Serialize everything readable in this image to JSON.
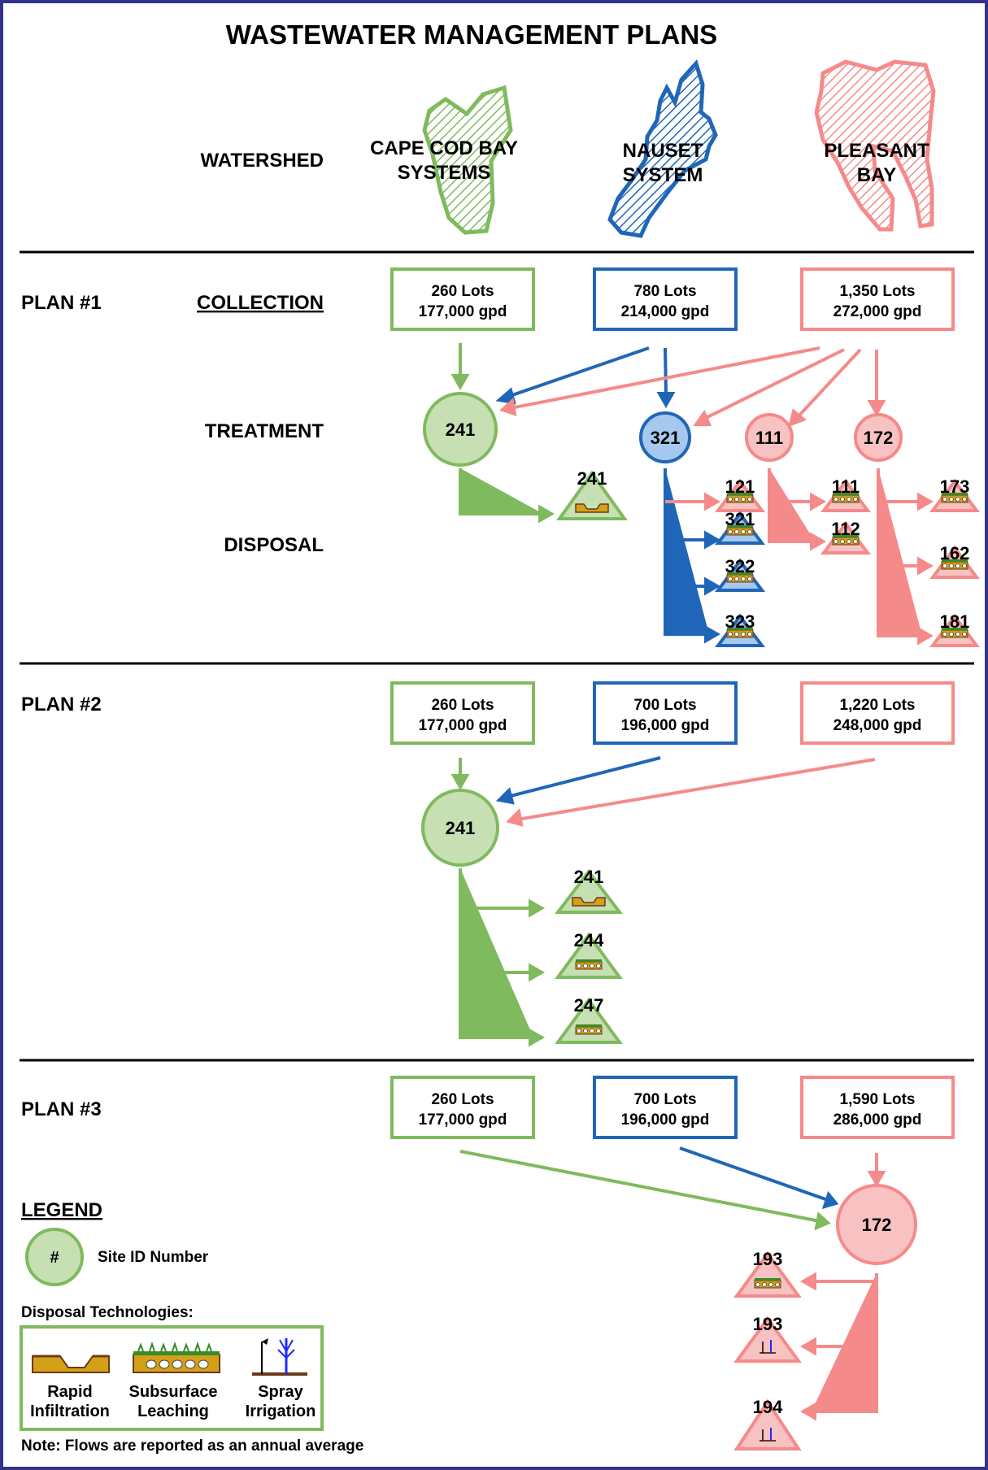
{
  "title": "WASTEWATER MANAGEMENT PLANS",
  "colors": {
    "green": "#7fba5e",
    "green_fill": "#c6e0b4",
    "blue": "#2066b8",
    "blue_fill": "#a7c8ee",
    "pink": "#f58a8a",
    "pink_fill": "#f8c2c2",
    "frame": "#32328c"
  },
  "row_labels": {
    "watershed": "WATERSHED",
    "collection": "COLLECTION",
    "treatment": "TREATMENT",
    "disposal": "DISPOSAL"
  },
  "watersheds": [
    {
      "line1": "CAPE COD BAY",
      "line2": "SYSTEMS",
      "color": "green"
    },
    {
      "line1": "NAUSET",
      "line2": "SYSTEM",
      "color": "blue"
    },
    {
      "line1": "PLEASANT",
      "line2": "BAY",
      "color": "pink"
    }
  ],
  "plans": [
    {
      "label": "PLAN #1",
      "collection": [
        {
          "lots": "260 Lots",
          "flow": "177,000 gpd",
          "color": "green"
        },
        {
          "lots": "780  Lots",
          "flow": "214,000 gpd",
          "color": "blue"
        },
        {
          "lots": "1,350 Lots",
          "flow": "272,000 gpd",
          "color": "pink"
        }
      ],
      "treatment": [
        {
          "id": "241",
          "color": "green"
        },
        {
          "id": "321",
          "color": "blue"
        },
        {
          "id": "111",
          "color": "pink"
        },
        {
          "id": "172",
          "color": "pink"
        }
      ],
      "disposal": [
        {
          "id": "241",
          "tech": "rapid-infiltration",
          "color": "green"
        },
        {
          "id": "121",
          "tech": "subsurface-leaching",
          "color": "pink"
        },
        {
          "id": "321",
          "tech": "subsurface-leaching",
          "color": "blue"
        },
        {
          "id": "322",
          "tech": "subsurface-leaching",
          "color": "blue"
        },
        {
          "id": "323",
          "tech": "subsurface-leaching",
          "color": "blue"
        },
        {
          "id": "111",
          "tech": "subsurface-leaching",
          "color": "pink"
        },
        {
          "id": "112",
          "tech": "subsurface-leaching",
          "color": "pink"
        },
        {
          "id": "173",
          "tech": "subsurface-leaching",
          "color": "pink"
        },
        {
          "id": "162",
          "tech": "subsurface-leaching",
          "color": "pink"
        },
        {
          "id": "181",
          "tech": "subsurface-leaching",
          "color": "pink"
        }
      ]
    },
    {
      "label": "PLAN #2",
      "collection": [
        {
          "lots": "260 Lots",
          "flow": "177,000 gpd",
          "color": "green"
        },
        {
          "lots": "700  Lots",
          "flow": "196,000 gpd",
          "color": "blue"
        },
        {
          "lots": "1,220 Lots",
          "flow": "248,000 gpd",
          "color": "pink"
        }
      ],
      "treatment": [
        {
          "id": "241",
          "color": "green"
        }
      ],
      "disposal": [
        {
          "id": "241",
          "tech": "rapid-infiltration",
          "color": "green"
        },
        {
          "id": "244",
          "tech": "subsurface-leaching",
          "color": "green"
        },
        {
          "id": "247",
          "tech": "subsurface-leaching",
          "color": "green"
        }
      ]
    },
    {
      "label": "PLAN #3",
      "collection": [
        {
          "lots": "260 Lots",
          "flow": "177,000 gpd",
          "color": "green"
        },
        {
          "lots": "700  Lots",
          "flow": "196,000 gpd",
          "color": "blue"
        },
        {
          "lots": "1,590 Lots",
          "flow": "286,000 gpd",
          "color": "pink"
        }
      ],
      "treatment": [
        {
          "id": "172",
          "color": "pink"
        }
      ],
      "disposal": [
        {
          "id": "193",
          "tech": "subsurface-leaching",
          "color": "pink"
        },
        {
          "id": "193",
          "tech": "spray-irrigation",
          "color": "pink"
        },
        {
          "id": "194",
          "tech": "spray-irrigation",
          "color": "pink"
        }
      ]
    }
  ],
  "legend": {
    "title": "LEGEND",
    "site_symbol": "#",
    "site_label": "Site ID Number",
    "tech_heading": "Disposal Technologies:",
    "techs": [
      {
        "line1": "Rapid",
        "line2": "Infiltration",
        "icon": "rapid-infiltration-icon"
      },
      {
        "line1": "Subsurface",
        "line2": "Leaching",
        "icon": "subsurface-leaching-icon"
      },
      {
        "line1": "Spray",
        "line2": "Irrigation",
        "icon": "spray-irrigation-icon"
      }
    ],
    "note": "Note:  Flows are reported as an annual average"
  }
}
